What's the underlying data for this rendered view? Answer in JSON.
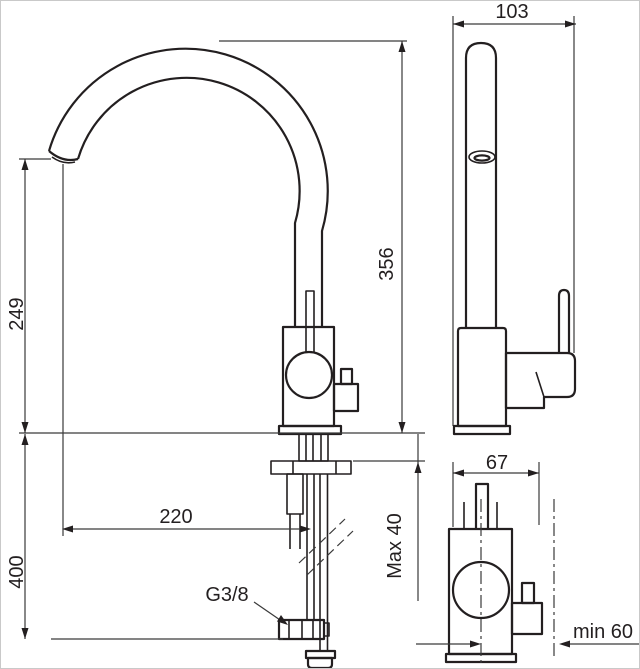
{
  "diagram": {
    "type": "technical-dimension-drawing",
    "subject": "single-lever kitchen mixer tap with high arc swivel spout",
    "colors": {
      "line": "#231f20",
      "dimension_line": "#3a3a3a",
      "background": "#ffffff"
    },
    "views": {
      "front": "front elevation with below-deck supply hoses",
      "side": "right side elevation",
      "rear": "rear elevation with centreline clearances"
    },
    "dimensions": {
      "spout_outlet_height": "249",
      "total_height": "356",
      "hose_length_below_deck": "400",
      "spout_reach": "220",
      "max_deck_thickness": "Max 40",
      "supply_thread": "G3/8",
      "depth": "103",
      "body_width": "67",
      "wall_clearance": "min 60"
    }
  }
}
